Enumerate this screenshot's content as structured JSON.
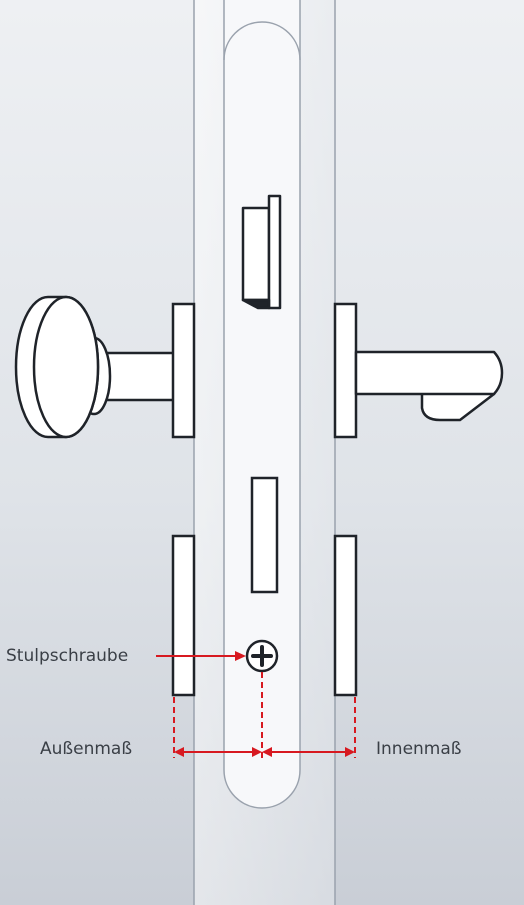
{
  "labels": {
    "stulpschraube": "Stulpschraube",
    "aussenmass": "Außenmaß",
    "innenmass": "Innenmaß"
  },
  "colors": {
    "background_light": "#eef0f3",
    "background_mid": "#c9ced6",
    "outline": "#1f2329",
    "dimension_red": "#d71920",
    "lock_face": "#f7f8fa"
  },
  "icons": {
    "screw": "phillips-screw-icon",
    "arrow": "arrow-head-icon"
  }
}
